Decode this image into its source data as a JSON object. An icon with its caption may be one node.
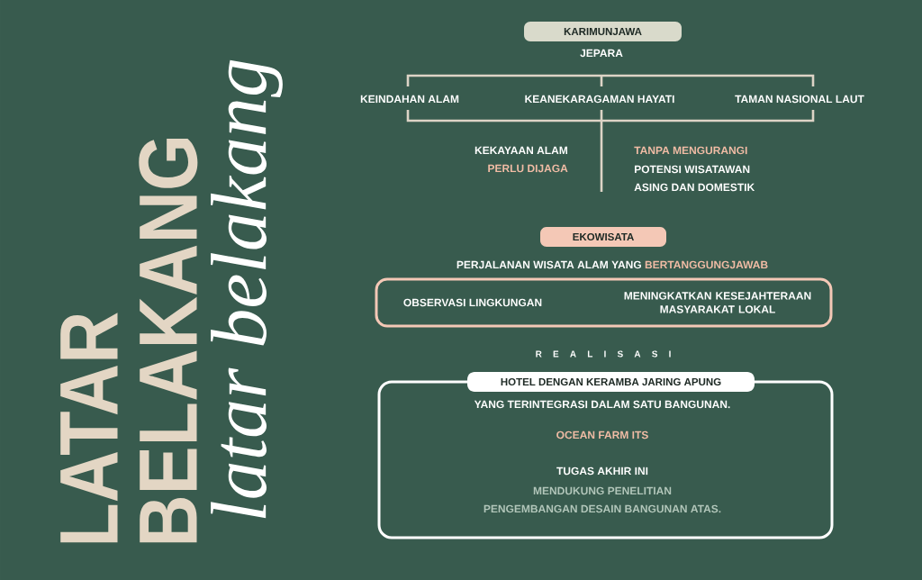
{
  "diagram": {
    "title": "LATAR BELAKANG",
    "nodes": [
      {
        "text": [
          "KARIMUNJAWA"
        ],
        "beside": [
          "JEPARA"
        ]
      },
      {
        "text": [
          "EKOWISATA"
        ],
        "beside": [
          "PERJALANAN WISATA ALAM YANG",
          "BERTANGGUNGJAWAB"
        ]
      },
      {
        "text": [
          "OBSERVASI LINGKUNGAN",
          "MENINGKATKAN KESEJAHTERAAN MASYARAKAT LOKAL"
        ]
      },
      {
        "text": [
          "HOTEL DENGAN KERAMBA JARING APUNG"
        ]
      },
      {
        "text": [
          "YANG TERINTEGRASI DALAM SATU BANGUNAN.",
          "OCEAN FARM ITS",
          "TUGAS AKHIR INI",
          "MENDUKUNG PENELITIAN",
          "PENGEMBANGAN DESAIN BANGUNAN ATAS."
        ]
      }
    ],
    "labels": [
      "latar belakang",
      "KEINDAHAN ALAM",
      "KEANEKARAGAMAN HAYATI",
      "TAMAN NASIONAL LAUT",
      "KEKAYAAN ALAM",
      "PERLU DIJAGA",
      "TANPA MENGURANGI",
      "POTENSI WISATAWAN",
      "ASING DAN DOMESTIK",
      "R E A L I S A S I"
    ]
  }
}
